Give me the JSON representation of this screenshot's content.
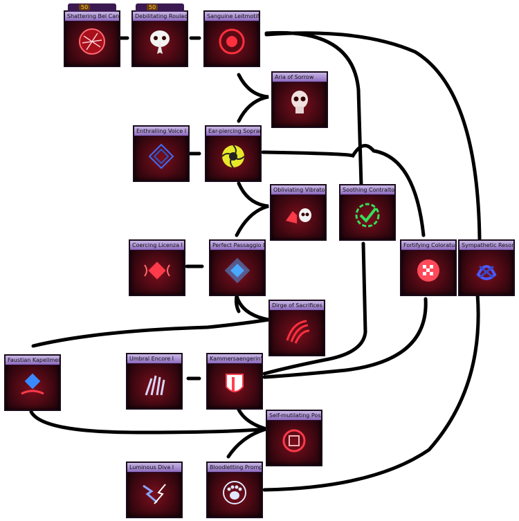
{
  "title": "",
  "colors": {
    "line": "#000000",
    "frame": "#9b3fb0",
    "banner": "#b49ad8",
    "bg": "#ffffff"
  },
  "badges": {
    "cost_a": "50",
    "cost_b": "50"
  },
  "skills": [
    {
      "id": "shattering",
      "label": "Shattering Bel Canto I",
      "icon": "shattered-circle-icon",
      "color": "#ff4d5a"
    },
    {
      "id": "debilitating",
      "label": "Debilitating Roulade I",
      "icon": "bird-mask-icon",
      "color": "#ffffff"
    },
    {
      "id": "sanguine",
      "label": "Sanguine Leitmotif I",
      "icon": "blood-swirl-icon",
      "color": "#ff3040"
    },
    {
      "id": "aria",
      "label": "Aria of Sorrow",
      "icon": "skull-icon",
      "color": "#f0e0e0"
    },
    {
      "id": "enthralling",
      "label": "Enthralling Voice I",
      "icon": "blue-diamond-icon",
      "color": "#3a6fff"
    },
    {
      "id": "earpiercing",
      "label": "Ear-piercing Soprano I",
      "icon": "yellow-spiral-icon",
      "color": "#e8e82a"
    },
    {
      "id": "obliviating",
      "label": "Obliviating Vibrato",
      "icon": "hand-skull-icon",
      "color": "#ff3a4a"
    },
    {
      "id": "soothing",
      "label": "Soothing Contralto I",
      "icon": "green-check-icon",
      "color": "#34e05a"
    },
    {
      "id": "coercing",
      "label": "Coercing Licenza I",
      "icon": "red-diamond-claws-icon",
      "color": "#ff3a4a"
    },
    {
      "id": "perfect",
      "label": "Perfect Passaggio I",
      "icon": "glowing-diamond-icon",
      "color": "#4aa8ff"
    },
    {
      "id": "fortifying",
      "label": "Fortifying Coloratura",
      "icon": "checker-circle-icon",
      "color": "#ff4a5a"
    },
    {
      "id": "sympathetic",
      "label": "Sympathetic Resonance",
      "icon": "blue-knot-icon",
      "color": "#4a5aff"
    },
    {
      "id": "dirge",
      "label": "Dirge of Sacrifices",
      "icon": "red-claw-icon",
      "color": "#ff3040"
    },
    {
      "id": "faustian",
      "label": "Faustian Kapellmeister",
      "icon": "blue-diamond-hand-icon",
      "color": "#3a8aff"
    },
    {
      "id": "umbral",
      "label": "Umbral Encore I",
      "icon": "bone-hand-icon",
      "color": "#d8d8ff"
    },
    {
      "id": "kammer",
      "label": "Kammersaengerin's Aid I",
      "icon": "shield-icon",
      "color": "#ff4050"
    },
    {
      "id": "selfmutilating",
      "label": "Self-mutilating Posse",
      "icon": "glyph-circle-icon",
      "color": "#ff3a4a"
    },
    {
      "id": "luminous",
      "label": "Luminous Diva I",
      "icon": "lightning-hand-icon",
      "color": "#8aa8ff"
    },
    {
      "id": "bloodletting",
      "label": "Bloodletting Prompter I",
      "icon": "paw-icon",
      "color": "#e0e8ff"
    }
  ]
}
